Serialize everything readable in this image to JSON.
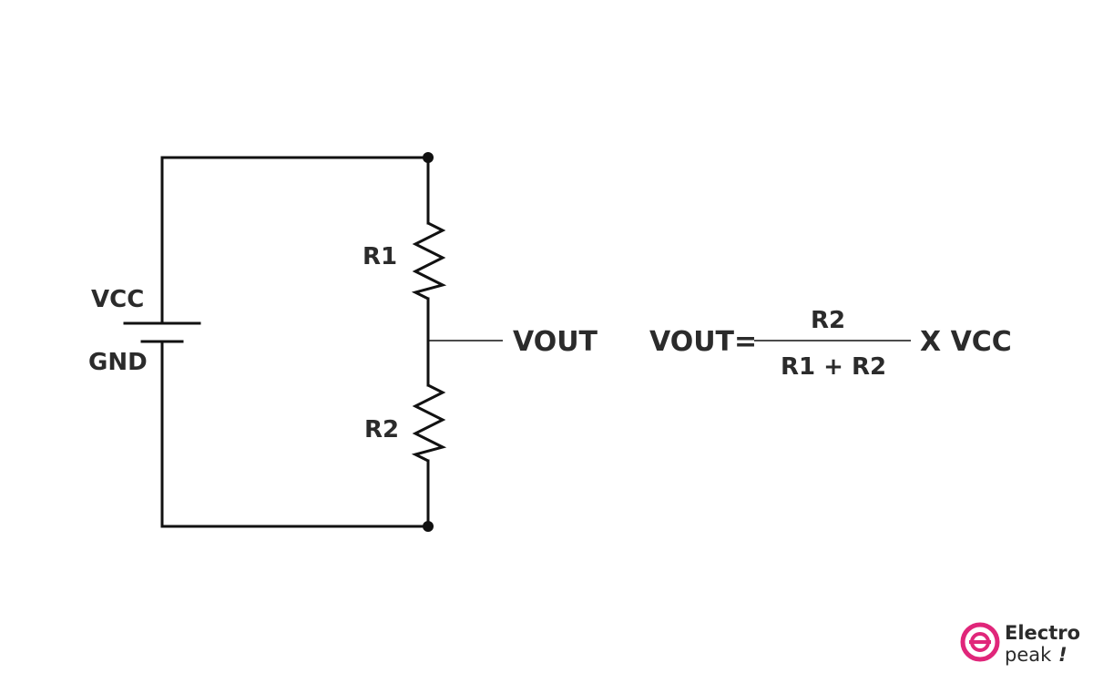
{
  "labels": {
    "vcc": "VCC",
    "gnd": "GND",
    "r1": "R1",
    "r2": "R2",
    "vout": "VOUT"
  },
  "formula": {
    "lhs": "VOUT=",
    "numerator": "R2",
    "denominator": "R1 + R2",
    "rhs": "X VCC"
  },
  "brand": {
    "line1": "Electro",
    "line2": "peak",
    "mark": "!",
    "color": "#e0267a"
  }
}
